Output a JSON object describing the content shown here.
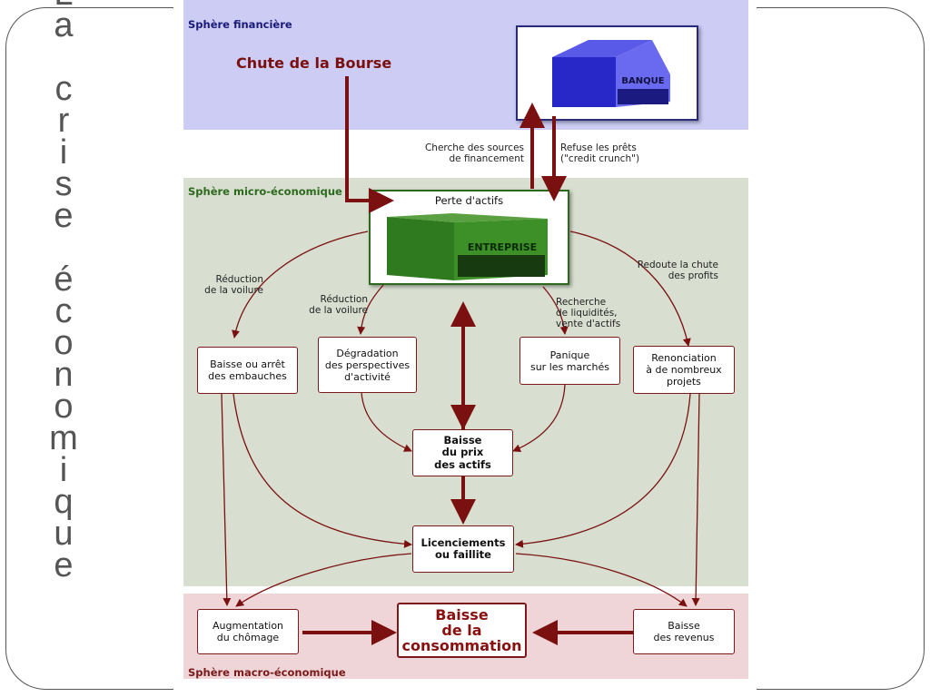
{
  "slide_title": "La\ncrise\néconomique",
  "spheres": {
    "financial": "Sphère financière",
    "micro": "Sphère micro-économique",
    "macro": "Sphère macro-économique"
  },
  "top_event": "Chute de la Bourse",
  "bank": {
    "sign": "BANQUE"
  },
  "company": {
    "box_title": "Perte d'actifs",
    "sign": "ENTREPRISE"
  },
  "arrow_notes": {
    "seek_funding": "Cherche des sources\nde financement",
    "refuse_loans": "Refuse les prêts\n(\"credit crunch\")",
    "reduce_sail_left": "Réduction\nde la voilure",
    "reduce_sail_center": "Réduction\nde la voilure",
    "liquidity": "Recherche\nde liquidités,\nvente d'actifs",
    "fear_profits": "Redoute la chute\ndes profits"
  },
  "nodes": {
    "hiring": "Baisse ou arrêt\ndes embauches",
    "outlook": "Dégradation\ndes perspectives\nd'activité",
    "panic": "Panique\nsur les marchés",
    "projects": "Renonciation\nà de nombreux\nprojets",
    "asset_prices": "Baisse\ndu prix\ndes actifs",
    "layoffs": "Licenciements\nou faillite",
    "unemployment": "Augmentation\ndu chômage",
    "consumption": "Baisse\nde la\nconsommation",
    "income": "Baisse\ndes revenus"
  },
  "colors": {
    "arrow": "#7a1010",
    "bank_blue": "#3a3ae0",
    "company_green": "#3d8a2a"
  }
}
